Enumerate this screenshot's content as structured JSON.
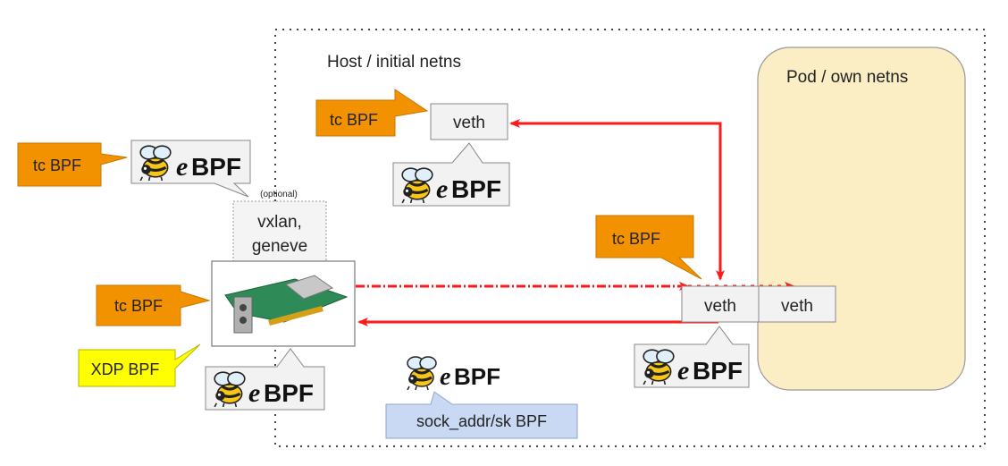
{
  "regions": {
    "host_label": "Host / initial netns",
    "pod_label": "Pod / own netns"
  },
  "interfaces": {
    "host_veth": "veth",
    "pod_side_veth": "veth",
    "pod_veth": "veth",
    "tunnel_optional": "(optional)",
    "tunnel_line1": "vxlan,",
    "tunnel_line2": "geneve"
  },
  "hooks": {
    "tc_left": "tc BPF",
    "tc_top": "tc BPF",
    "tc_mid": "tc BPF",
    "tc_nic": "tc BPF",
    "xdp": "XDP BPF",
    "sock": "sock_addr/sk BPF"
  },
  "logo": {
    "e": "e",
    "bpf": "BPF",
    "icon": "bee-icon"
  },
  "colors": {
    "orange": "#f39200",
    "yellow": "#ffff00",
    "blue": "#c9d8f3",
    "pod": "#fbeec4",
    "red": "#ff1a1a"
  }
}
